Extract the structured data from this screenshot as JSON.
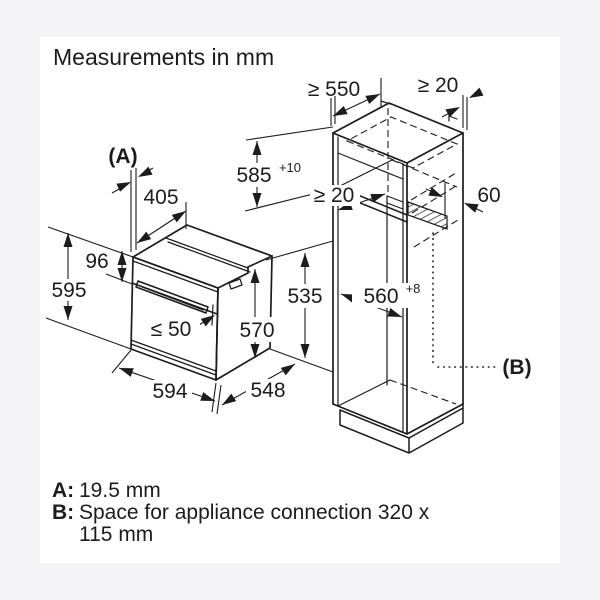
{
  "title": "Measurements in mm",
  "oven": {
    "label_a": "(A)",
    "dim_405": "405",
    "dim_96": "96",
    "dim_595": "595",
    "dim_le_50": "≤ 50",
    "dim_570": "570",
    "dim_535": "535",
    "dim_594": "594",
    "dim_548": "548"
  },
  "cabinet": {
    "dim_ge_550": "≥ 550",
    "dim_ge_20_top": "≥ 20",
    "dim_585": "585",
    "dim_585_tol": "+10",
    "dim_ge_20_mid": "≥ 20",
    "dim_60": "60",
    "dim_560": "560",
    "dim_560_tol": "+8",
    "label_b": "(B)"
  },
  "legend": {
    "a_key": "A:",
    "a_value": "19.5 mm",
    "b_key": "B:",
    "b_value_line1": "Space for appliance connection 320 x",
    "b_value_line2": "115 mm"
  }
}
